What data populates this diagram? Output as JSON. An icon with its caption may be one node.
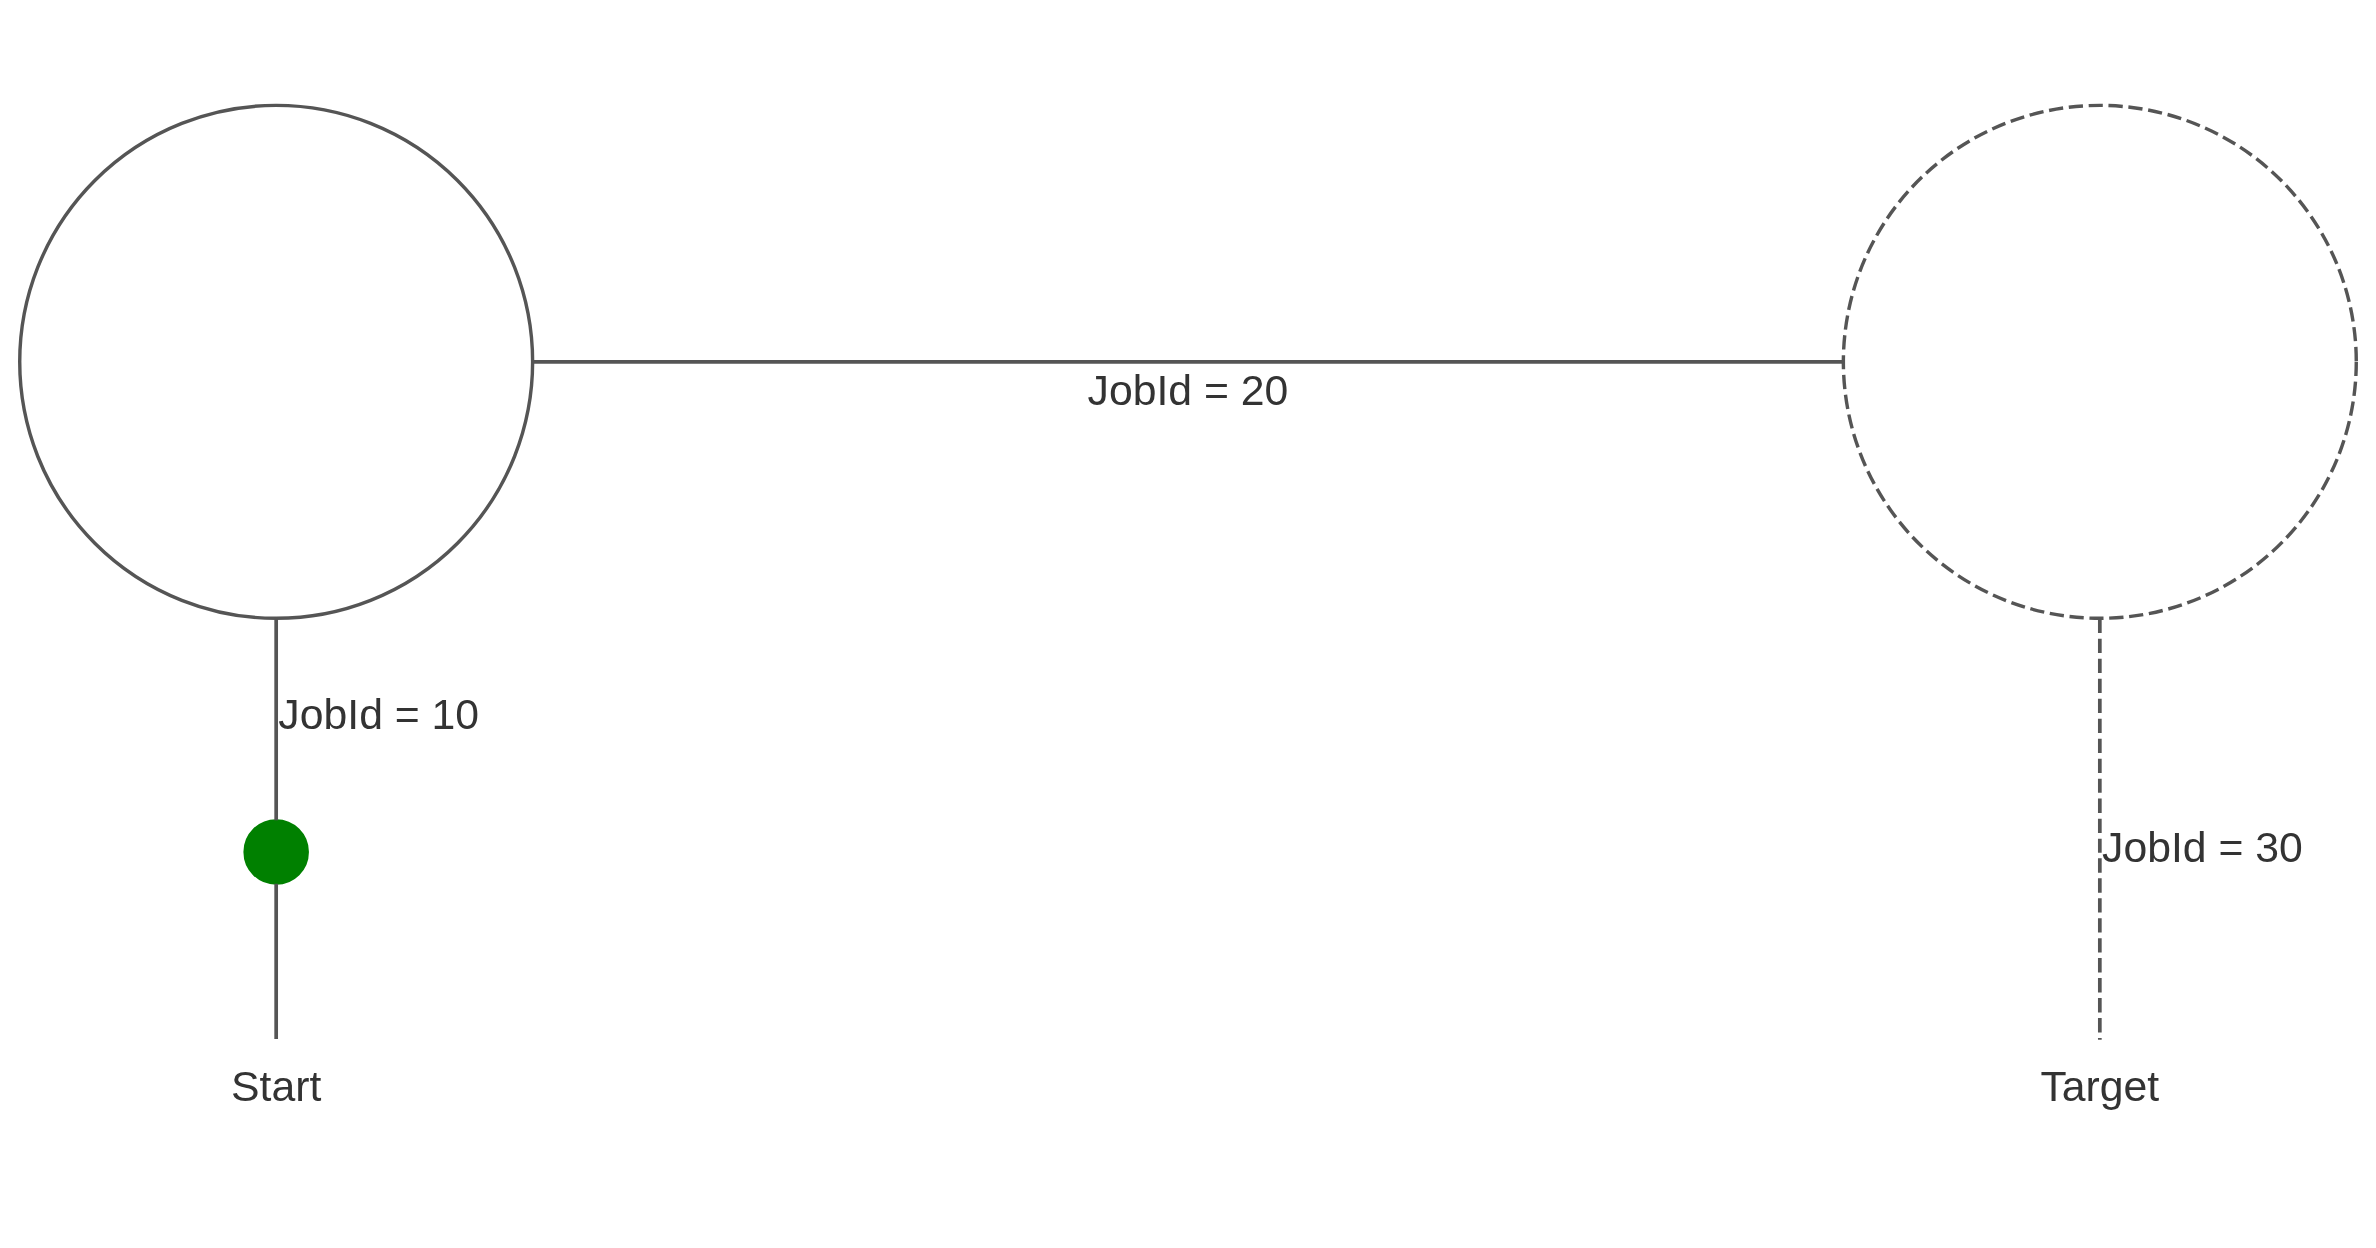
{
  "diagram": {
    "nodes": [
      {
        "text": [
          "Start"
        ]
      },
      {
        "text": [],
        "shape": "circle"
      },
      {
        "text": [],
        "shape": "circle"
      },
      {
        "text": [],
        "shape": "circle"
      },
      {
        "text": [
          "Target"
        ]
      }
    ],
    "edges": [
      {
        "from": 0,
        "to": 1,
        "arrow": "none"
      },
      {
        "from": 1,
        "to": 2,
        "arrow": "none",
        "label": "JobId = 10"
      },
      {
        "from": 2,
        "to": 3,
        "arrow": "none",
        "label": "JobId = 20"
      },
      {
        "from": 3,
        "to": 4,
        "arrow": "none",
        "label": "JobId = 30",
        "style": "dashed"
      }
    ]
  }
}
